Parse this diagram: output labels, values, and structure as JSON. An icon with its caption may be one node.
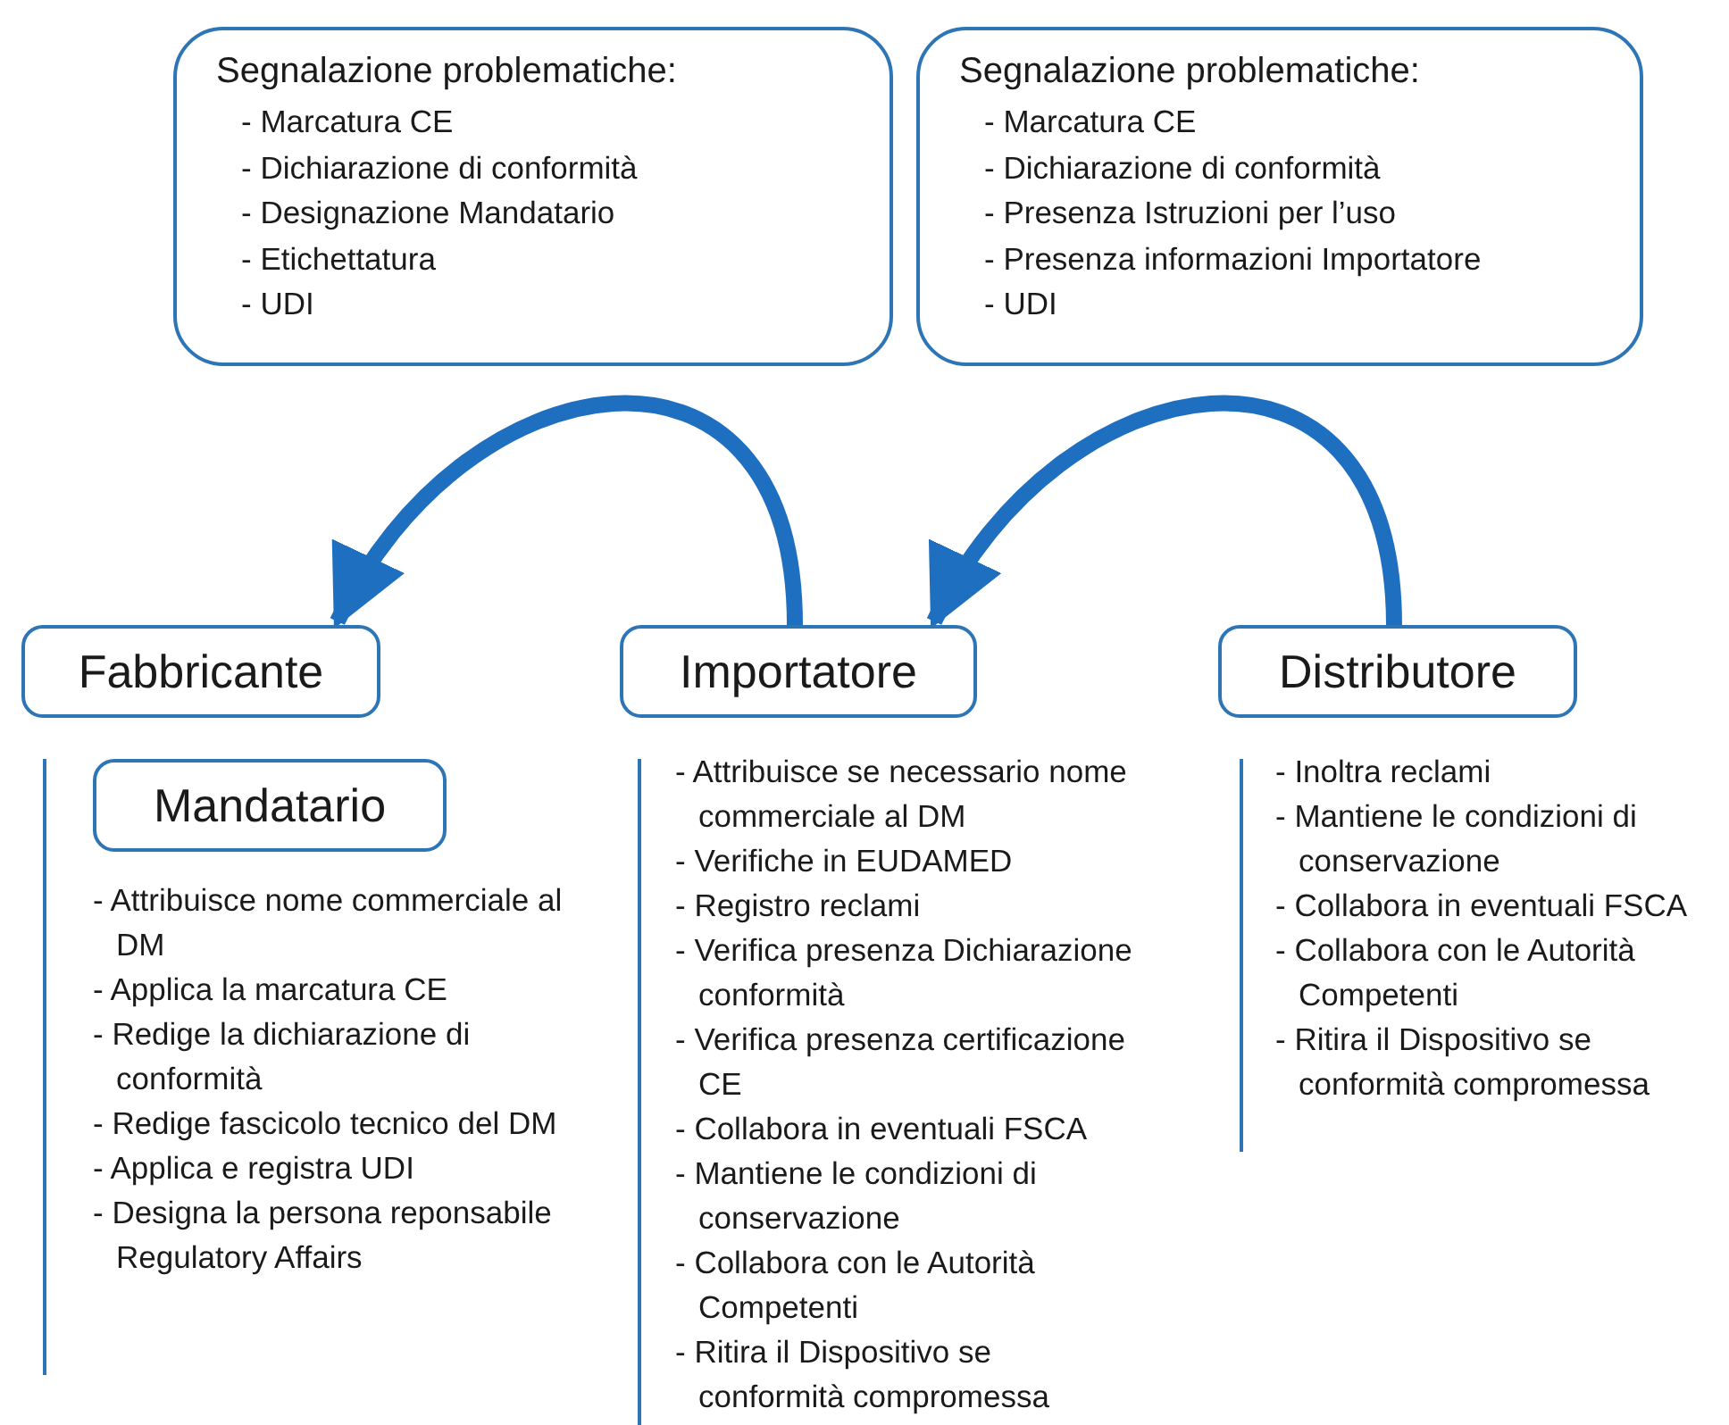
{
  "diagram": {
    "nodes": [
      {
        "text": [
          "Segnalazione problematiche:",
          "- Marcatura CE",
          "- Dichiarazione di conformità",
          "- Designazione Mandatario",
          "- Etichettatura",
          "- UDI"
        ]
      },
      {
        "text": [
          "Segnalazione problematiche:",
          "- Marcatura CE",
          "- Dichiarazione di conformità",
          "- Presenza Istruzioni per l’uso",
          "- Presenza informazioni Importatore",
          "- UDI"
        ]
      },
      {
        "text": [
          "Fabbricante"
        ]
      },
      {
        "text": [
          "Mandatario"
        ],
        "beside": [
          "- Attribuisce nome commerciale al DM",
          "- Applica la marcatura CE",
          "- Redige la dichiarazione di conformità",
          "- Redige fascicolo tecnico del DM",
          "- Applica e registra UDI",
          "- Designa la persona reponsabile Regulatory Affairs"
        ]
      },
      {
        "text": [
          "Importatore"
        ],
        "beside": [
          "- Attribuisce se necessario nome commerciale al DM",
          "- Verifiche in EUDAMED",
          "- Registro reclami",
          "- Verifica presenza Dichiarazione conformità",
          "- Verifica presenza certificazione CE",
          "- Collabora in eventuali FSCA",
          "- Mantiene le condizioni di conservazione",
          "- Collabora con le Autorità Competenti",
          "- Ritira il Dispositivo se conformità compromessa"
        ]
      },
      {
        "text": [
          "Distributore"
        ],
        "beside": [
          "- Inoltra reclami",
          "- Mantiene le condizioni di conservazione",
          "- Collabora in eventuali FSCA",
          "- Collabora con le Autorità Competenti",
          "- Ritira il Dispositivo se conformità compromessa"
        ]
      }
    ],
    "edges": [
      {
        "from": 4,
        "to": 2,
        "arrow": "to"
      },
      {
        "from": 5,
        "to": 4,
        "arrow": "to"
      }
    ]
  }
}
